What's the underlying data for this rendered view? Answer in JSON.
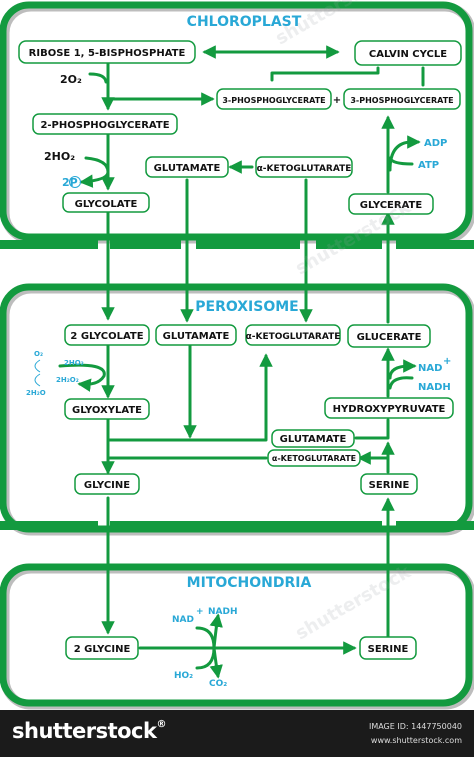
{
  "regions": {
    "chloroplast": "CHLOROPLAST",
    "peroxisome": "PEROXISOME",
    "mitochondria": "MITOCHONDRIA"
  },
  "chloroplast": {
    "ribose": "RIBOSE 1, 5-BISPHOSPHATE",
    "calvin": "CALVIN CYCLE",
    "o2": "2O₂",
    "pga1": "3-PHOSPHOGLYCERATE",
    "plus": "+",
    "pga2": "3-PHOSPHOGLYCERATE",
    "pg": "2-PHOSPHOGLYCERATE",
    "h2o": "2HO₂",
    "pi": "2P",
    "glutamate": "GLUTAMATE",
    "akg": "α-KETOGLUTARATE",
    "adp": "ADP",
    "atp": "ATP",
    "glycolate": "GLYCOLATE",
    "glycerate": "GLYCERATE"
  },
  "peroxisome": {
    "glycolate2": "2 GLYCOLATE",
    "glutamate": "GLUTAMATE",
    "akg": "α-KETOGLUTARATE",
    "glucerate": "GLUCERATE",
    "o2": "O₂",
    "h2o2a": "2HO₂",
    "h2o2b": "2H₂O₂",
    "h2o": "2H₂O",
    "nad": "NAD",
    "nadplus": "+",
    "nadh": "NADH",
    "glyoxylate": "GLYOXYLATE",
    "hydroxypyruvate": "HYDROXYPYRUVATE",
    "glutamate2": "GLUTAMATE",
    "akg2": "α-KETOGLUTARATE",
    "glycine": "GLYCINE",
    "serine": "SERINE"
  },
  "mitochondria": {
    "glycine2": "2 GLYCINE",
    "serine": "SERINE",
    "nad": "NAD",
    "plus": "+",
    "nadh": "NADH",
    "ho2": "HO₂",
    "co2": "CO₂"
  },
  "footer": {
    "brand": "shutterstock",
    "trademark": "®",
    "image_id": "IMAGE ID: 1447750040",
    "url": "www.shutterstock.com"
  },
  "watermark": "shutterstock",
  "colors": {
    "green": "#139a3f",
    "cyan": "#29a8d6",
    "footer": "#1b1b1b"
  }
}
